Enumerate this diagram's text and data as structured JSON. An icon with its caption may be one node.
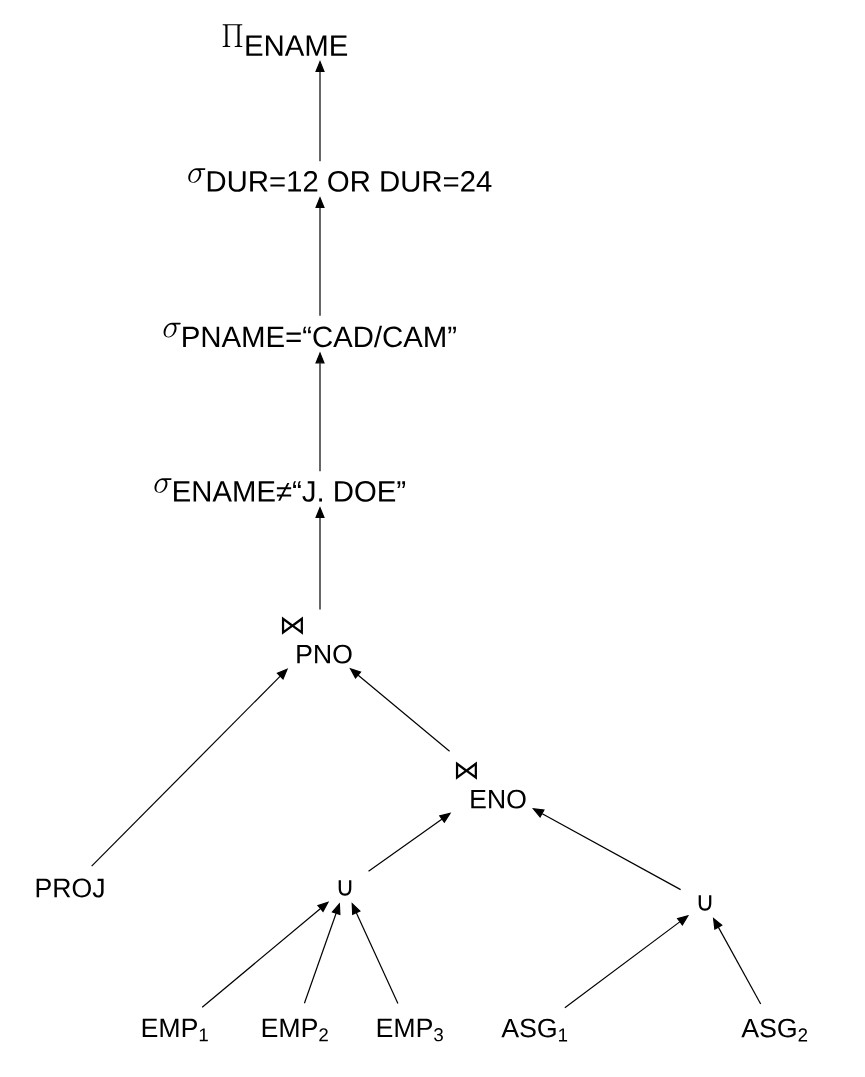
{
  "diagram": {
    "nodes": [
      {
        "text": [
          "\\Pi_{\\text{ENAME}}"
        ]
      },
      {
        "text": [
          "\\sigma_{\\text{DUR=12 OR DUR=24}}"
        ]
      },
      {
        "text": [
          "\\sigma_{\\text{PNAME=“CAD/CAM”}}"
        ]
      },
      {
        "text": [
          "\\sigma_{\\text{ENAME≠“J. DOE”}}"
        ]
      },
      {
        "text": [
          "⋈",
          "PNO"
        ]
      },
      {
        "text": [
          "⋈",
          "ENO"
        ]
      },
      {
        "text": [
          "PROJ"
        ]
      },
      {
        "text": [
          "∪"
        ]
      },
      {
        "text": [
          "∪"
        ]
      },
      {
        "text": [
          "EMP$_{1}$"
        ]
      },
      {
        "text": [
          "EMP$_{2}$"
        ]
      },
      {
        "text": [
          "EMP$_{3}$"
        ]
      },
      {
        "text": [
          "ASG$_{1}$"
        ]
      },
      {
        "text": [
          "ASG$_{2}$"
        ]
      }
    ],
    "edges": [
      {
        "from": 1,
        "to": 0,
        "arrow": "to"
      },
      {
        "from": 2,
        "to": 1,
        "arrow": "to"
      },
      {
        "from": 3,
        "to": 2,
        "arrow": "to"
      },
      {
        "from": 4,
        "to": 3,
        "arrow": "to"
      },
      {
        "from": 6,
        "to": 4,
        "arrow": "to"
      },
      {
        "from": 5,
        "to": 4,
        "arrow": "to"
      },
      {
        "from": 7,
        "to": 5,
        "arrow": "to"
      },
      {
        "from": 8,
        "to": 5,
        "arrow": "to"
      },
      {
        "from": 9,
        "to": 7,
        "arrow": "to"
      },
      {
        "from": 10,
        "to": 7,
        "arrow": "to"
      },
      {
        "from": 11,
        "to": 7,
        "arrow": "to"
      },
      {
        "from": 12,
        "to": 8,
        "arrow": "to"
      },
      {
        "from": 13,
        "to": 8,
        "arrow": "to"
      }
    ]
  }
}
